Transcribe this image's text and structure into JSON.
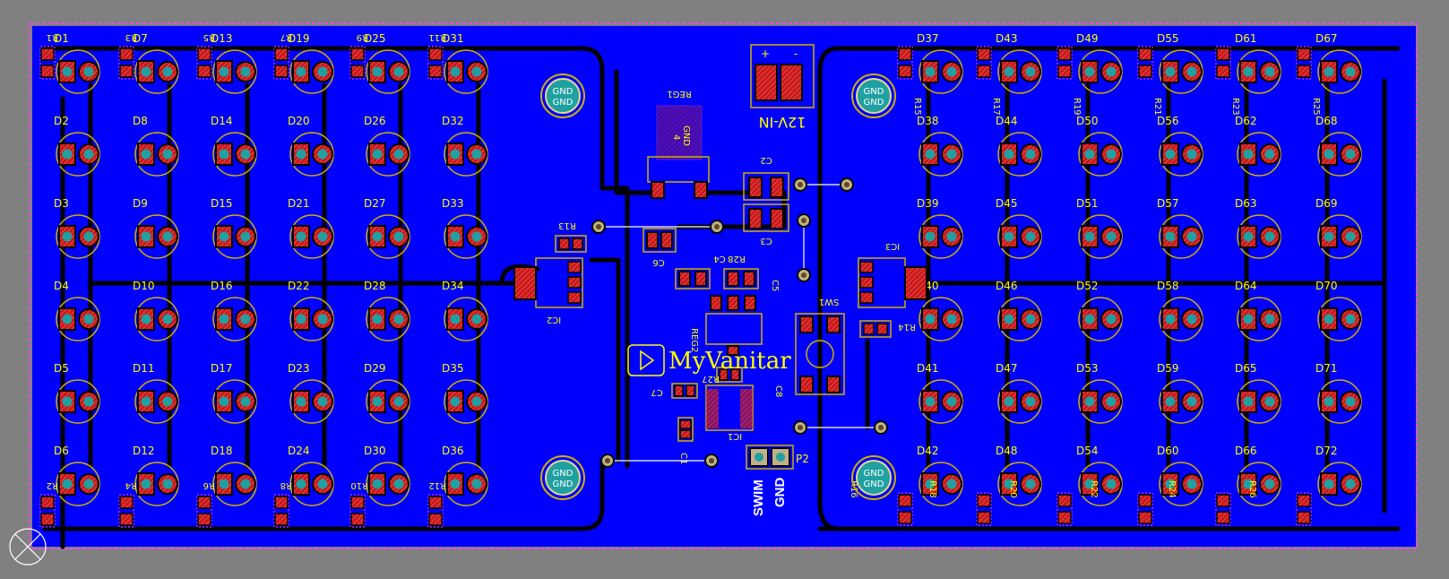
{
  "board": {
    "brand_text": "MyVanitar",
    "power_connector": {
      "label": "12V-IN",
      "plus": "+",
      "minus": "-"
    },
    "prog_header": {
      "ref": "P2",
      "pins": [
        "SWIM",
        "GND"
      ]
    },
    "mount_holes": [
      "GND",
      "GND",
      "GND",
      "GND"
    ],
    "left_led_refs": [
      [
        "D1",
        "D7",
        "D13",
        "D19",
        "D25",
        "D31"
      ],
      [
        "D2",
        "D8",
        "D14",
        "D20",
        "D26",
        "D32"
      ],
      [
        "D3",
        "D9",
        "D15",
        "D21",
        "D27",
        "D33"
      ],
      [
        "D4",
        "D10",
        "D16",
        "D22",
        "D28",
        "D34"
      ],
      [
        "D5",
        "D11",
        "D17",
        "D23",
        "D29",
        "D35"
      ],
      [
        "D6",
        "D12",
        "D18",
        "D24",
        "D30",
        "D36"
      ]
    ],
    "right_led_refs": [
      [
        "D37",
        "D43",
        "D49",
        "D55",
        "D61",
        "D67"
      ],
      [
        "D38",
        "D44",
        "D50",
        "D56",
        "D62",
        "D68"
      ],
      [
        "D39",
        "D45",
        "D51",
        "D57",
        "D63",
        "D69"
      ],
      [
        "D40",
        "D46",
        "D52",
        "D58",
        "D64",
        "D70"
      ],
      [
        "D41",
        "D47",
        "D53",
        "D59",
        "D65",
        "D71"
      ],
      [
        "D42",
        "D48",
        "D54",
        "D60",
        "D66",
        "D72"
      ]
    ],
    "left_top_resistors": [
      "R1",
      "R3",
      "R5",
      "R7",
      "R9",
      "R11"
    ],
    "left_bottom_resistors": [
      "R2",
      "R4",
      "R6",
      "R8",
      "R10",
      "R12"
    ],
    "right_top_resistors": [
      "R15",
      "R17",
      "R19",
      "R21",
      "R23",
      "R25"
    ],
    "right_bottom_resistors": [
      "R16",
      "R18",
      "R20",
      "R22",
      "R24",
      "R26"
    ],
    "center_parts": {
      "reg1": "REG1",
      "reg1_pin": "4",
      "reg1_gnd": "GND",
      "c2": "C2",
      "c3": "C3",
      "c6": "C6",
      "c4": "C4",
      "r28": "R28",
      "c5": "C5",
      "reg2": "REG2",
      "sw1": "SW1",
      "r27": "R27",
      "c7": "C7",
      "c8": "C8",
      "ic1": "IC1",
      "c1": "C1",
      "ic2": "IC2",
      "ic3": "IC3",
      "r13": "R13",
      "r14": "R14"
    },
    "colors": {
      "copper_pour": "#0000ff",
      "background": "#808080",
      "silkscreen": "#ffff00",
      "pad": "#d02020",
      "hole": "#20a0a0"
    }
  }
}
